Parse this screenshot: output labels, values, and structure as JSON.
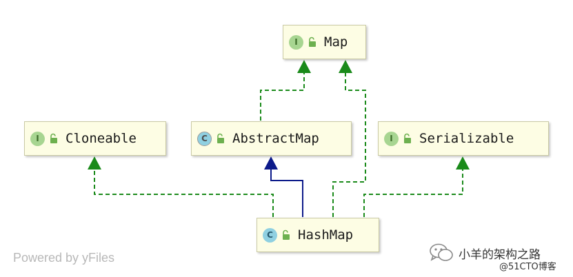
{
  "nodes": {
    "map": {
      "label": "Map",
      "badge": "I",
      "kind": "interface"
    },
    "cloneable": {
      "label": "Cloneable",
      "badge": "I",
      "kind": "interface"
    },
    "abstract_map": {
      "label": "AbstractMap",
      "badge": "C",
      "kind": "abstract class"
    },
    "serializable": {
      "label": "Serializable",
      "badge": "I",
      "kind": "interface"
    },
    "hash_map": {
      "label": "HashMap",
      "badge": "C",
      "kind": "class"
    }
  },
  "edges": [
    {
      "from": "abstract_map",
      "to": "map",
      "style": "dashed",
      "relation": "implements",
      "color": "#1a8a1a"
    },
    {
      "from": "hash_map",
      "to": "map",
      "style": "dashed",
      "relation": "implements",
      "color": "#1a8a1a"
    },
    {
      "from": "hash_map",
      "to": "cloneable",
      "style": "dashed",
      "relation": "implements",
      "color": "#1a8a1a"
    },
    {
      "from": "hash_map",
      "to": "serializable",
      "style": "dashed",
      "relation": "implements",
      "color": "#1a8a1a"
    },
    {
      "from": "hash_map",
      "to": "abstract_map",
      "style": "solid",
      "relation": "extends",
      "color": "#0c1a8a"
    }
  ],
  "colors": {
    "node_fill": "#fdfde4",
    "implements": "#1a8a1a",
    "extends": "#0c1a8a"
  },
  "footer": {
    "powered_by": "Powered by yFiles"
  },
  "watermark": {
    "name": "小羊的架构之路",
    "site": "@51CTO博客"
  }
}
